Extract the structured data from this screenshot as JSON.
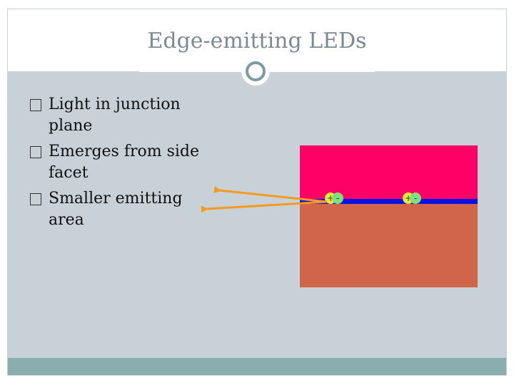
{
  "slide": {
    "title": "Edge-emitting LEDs",
    "bullets": [
      {
        "text": "Light in junction plane"
      },
      {
        "text": "Emerges from side facet"
      },
      {
        "text": "Smaller emitting area"
      }
    ]
  },
  "diagram": {
    "pairs": [
      {
        "plus": "+",
        "minus": "-"
      },
      {
        "plus": "+",
        "minus": "-"
      }
    ]
  },
  "colors": {
    "p_layer": "#ff0066",
    "junction": "#0b12e8",
    "n_layer": "#d1654a",
    "arrow": "#f59a1c",
    "content_bg": "#c8d1d8",
    "bottom_bar": "#8aadaf"
  }
}
